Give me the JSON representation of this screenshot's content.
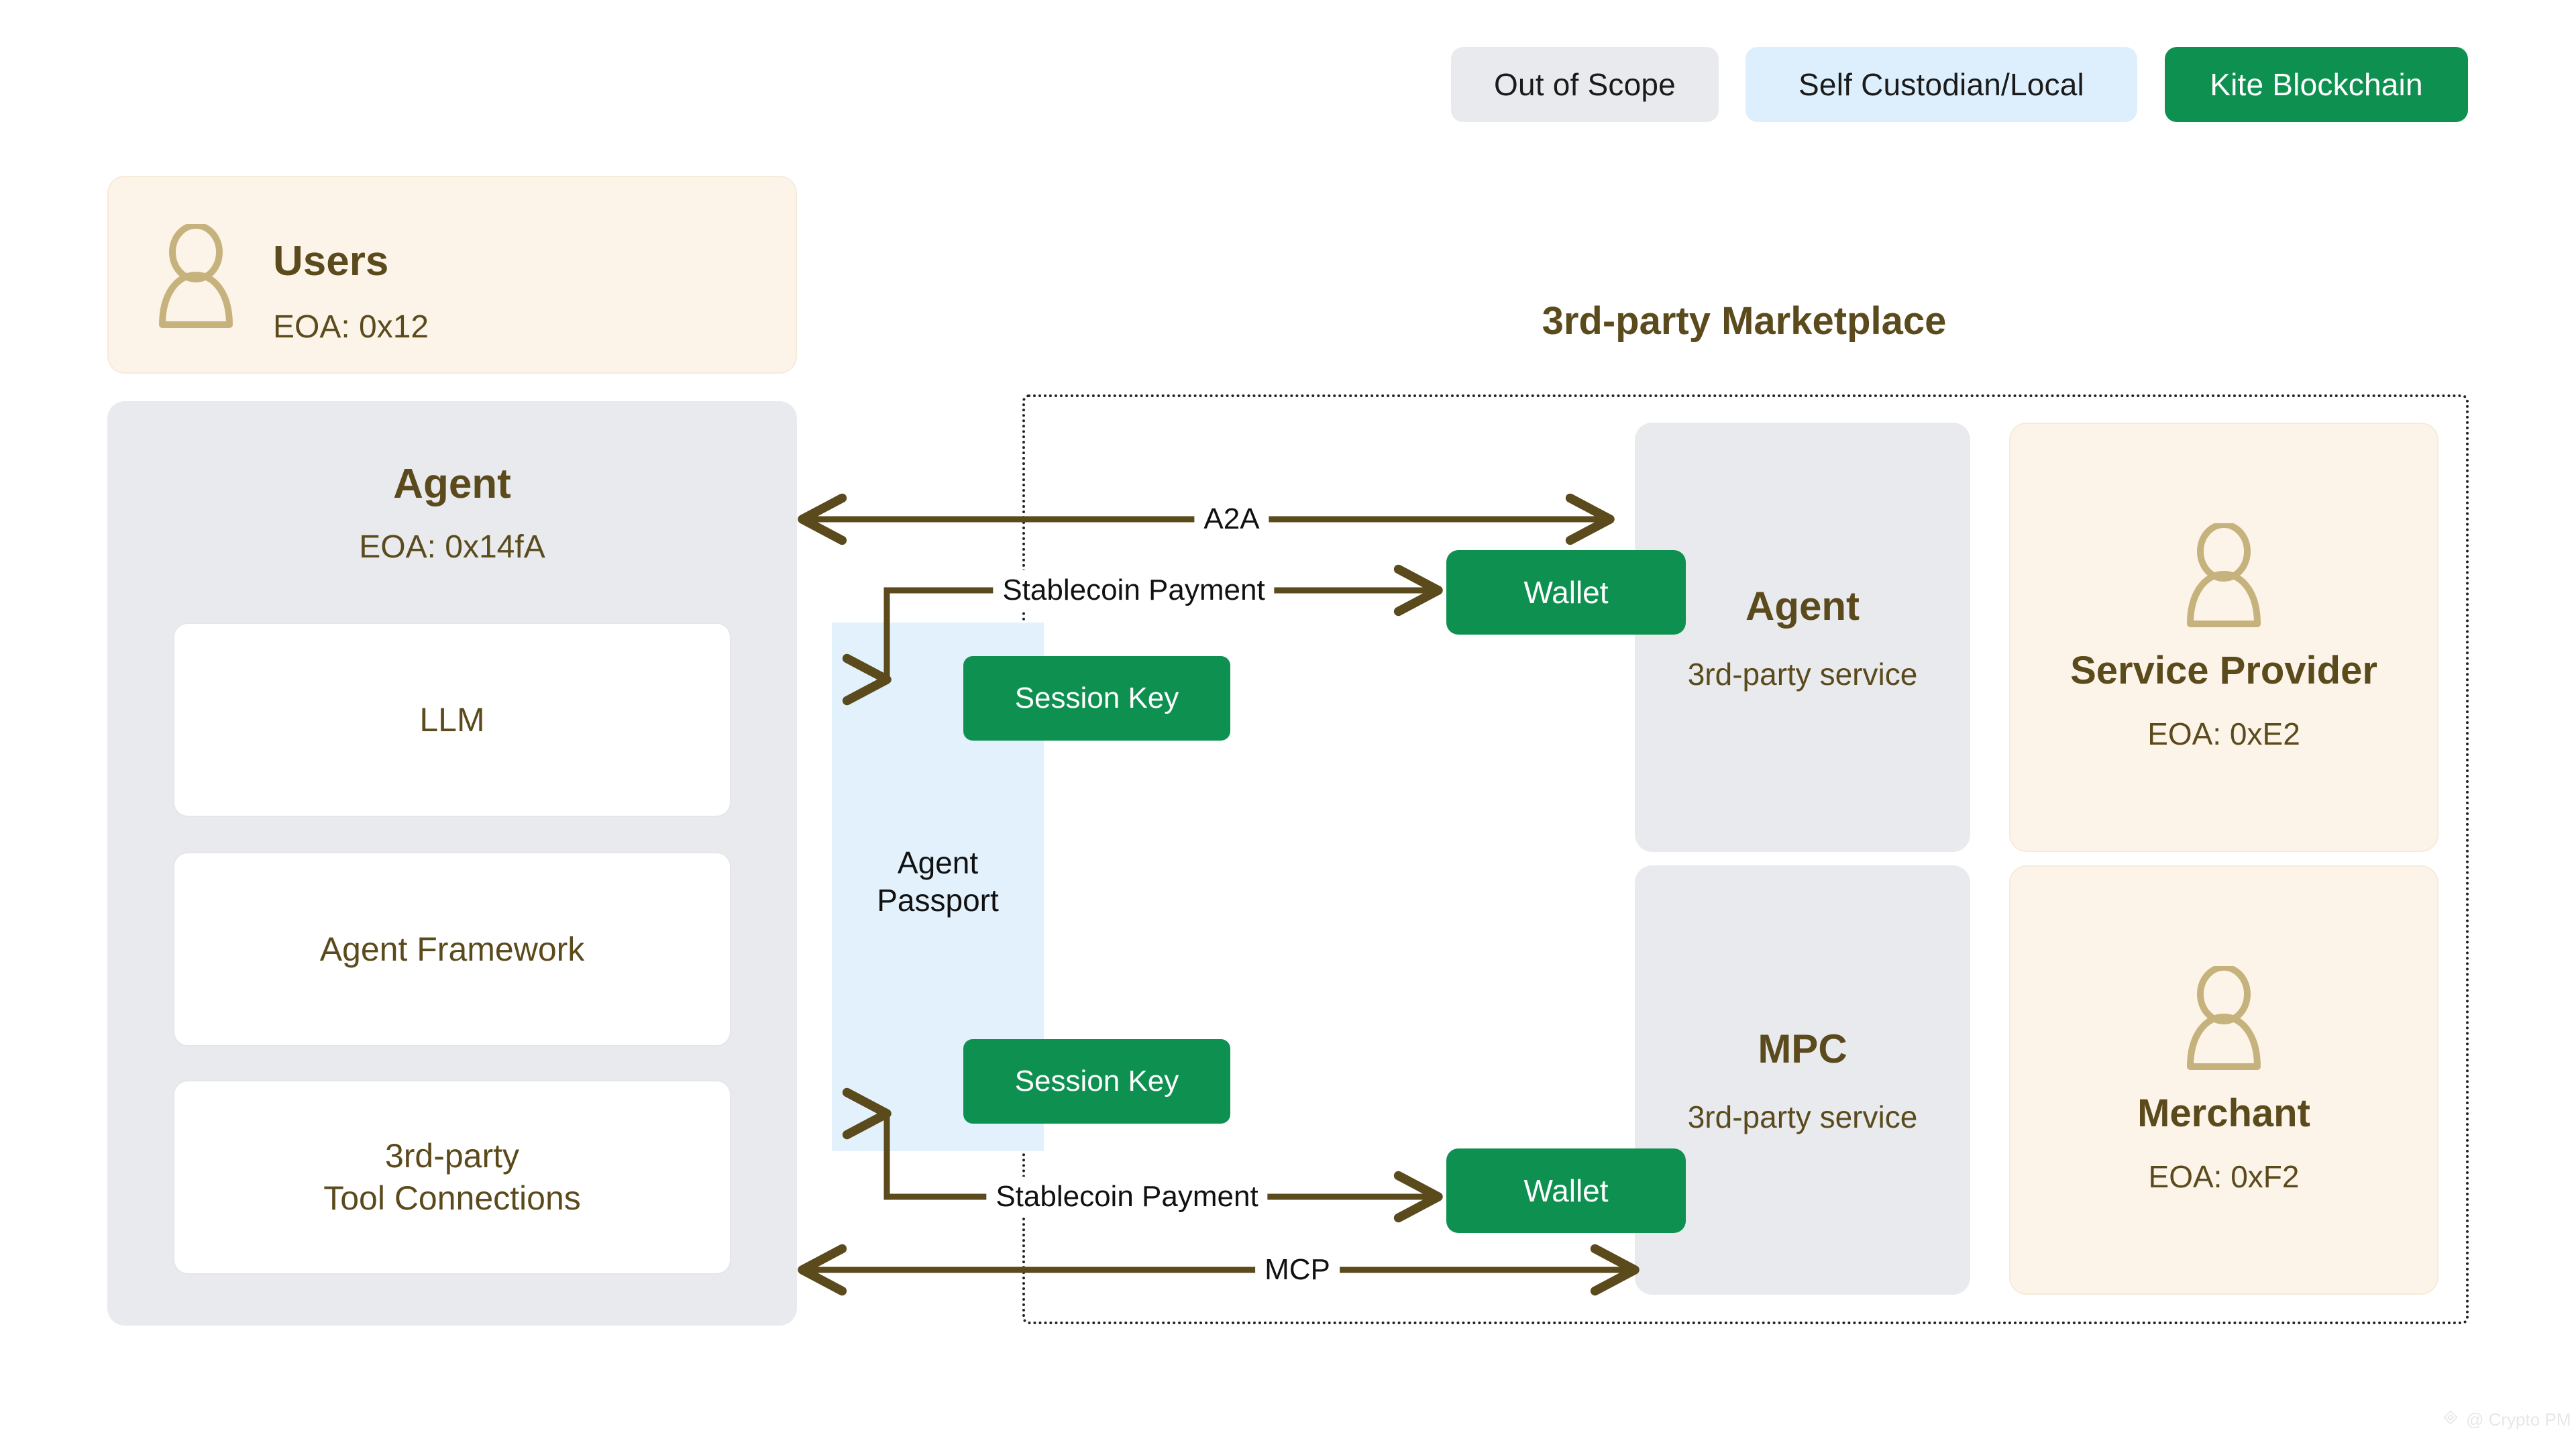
{
  "legend": {
    "items": [
      {
        "label": "Out of Scope",
        "color": "#e9eaee",
        "text_color": "#1b1b1b"
      },
      {
        "label": "Self Custodian/Local",
        "color": "#ddeffc",
        "text_color": "#1b1b1b"
      },
      {
        "label": "Kite Blockchain",
        "color": "#0e9150",
        "text_color": "#ffffff"
      }
    ]
  },
  "users_card": {
    "title": "Users",
    "subtitle": "EOA: 0x12",
    "icon": "person-icon"
  },
  "agent_card": {
    "title": "Agent",
    "subtitle": "EOA: 0x14fA",
    "modules": [
      {
        "label": "LLM"
      },
      {
        "label": "Agent Framework"
      },
      {
        "label": "3rd-party\nTool Connections",
        "line1": "3rd-party",
        "line2": "Tool Connections"
      }
    ]
  },
  "passport": {
    "line1": "Agent",
    "line2": "Passport",
    "session_keys": [
      {
        "label": "Session Key"
      },
      {
        "label": "Session Key"
      }
    ]
  },
  "wallets": [
    {
      "label": "Wallet"
    },
    {
      "label": "Wallet"
    }
  ],
  "edges": [
    {
      "id": "a2a",
      "label": "A2A",
      "direction": "bidirectional"
    },
    {
      "id": "stablecoin-top",
      "label": "Stablecoin Payment",
      "direction": "split"
    },
    {
      "id": "stablecoin-bottom",
      "label": "Stablecoin Payment",
      "direction": "split"
    },
    {
      "id": "mcp",
      "label": "MCP",
      "direction": "bidirectional"
    }
  ],
  "marketplace": {
    "title": "3rd-party Marketplace",
    "cards": [
      {
        "id": "agent-service",
        "title": "Agent",
        "subtitle": "3rd-party service",
        "style": "grey"
      },
      {
        "id": "service-provider",
        "title": "Service Provider",
        "subtitle": "EOA: 0xE2",
        "style": "cream",
        "icon": "person-icon"
      },
      {
        "id": "mpc-service",
        "title": "MPC",
        "subtitle": "3rd-party service",
        "style": "grey"
      },
      {
        "id": "merchant",
        "title": "Merchant",
        "subtitle": "EOA: 0xF2",
        "style": "cream",
        "icon": "person-icon"
      }
    ]
  },
  "watermark": {
    "label": "@ Crypto PM",
    "icon": "diamond-logo-icon"
  },
  "colors": {
    "accent_green": "#0e9150",
    "brown_text": "#5b4a1c",
    "light_blue": "#e2f1fc",
    "grey_card": "#e8eaee",
    "cream_card": "#fdf4e9",
    "arrow": "#5b4a1c"
  }
}
